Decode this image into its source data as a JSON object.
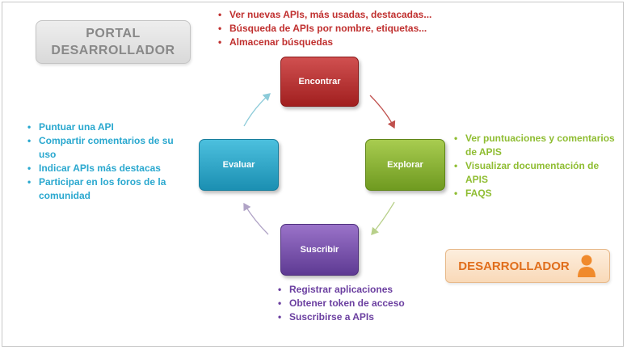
{
  "portal": {
    "line1": "PORTAL",
    "line2": "DESARROLLADOR"
  },
  "steps": {
    "find": "Encontrar",
    "explore": "Explorar",
    "subscribe": "Suscribir",
    "evaluate": "Evaluar"
  },
  "lists": {
    "find": [
      "Ver nuevas APIs, más usadas, destacadas...",
      "Búsqueda de APIs por nombre, etiquetas...",
      "Almacenar búsquedas"
    ],
    "explore": [
      "Ver puntuaciones y comentarios de APIS",
      "Visualizar documentación de APIS",
      "FAQS"
    ],
    "evaluate": [
      "Puntuar una API",
      "Compartir comentarios de su uso",
      "Indicar APIs más destacas",
      "Participar en los foros de la comunidad"
    ],
    "subscribe": [
      "Registrar aplicaciones",
      "Obtener token de acceso",
      "Suscribirse a APIs"
    ]
  },
  "developer_label": "DESARROLLADOR",
  "icons": {
    "developer": "person-icon"
  },
  "colors": {
    "find": "#b52a2a",
    "explore": "#8fbd32",
    "subscribe": "#6b3fa0",
    "evaluate": "#2aa8cf",
    "developer": "#e06e1c",
    "portal_text": "#888888"
  }
}
